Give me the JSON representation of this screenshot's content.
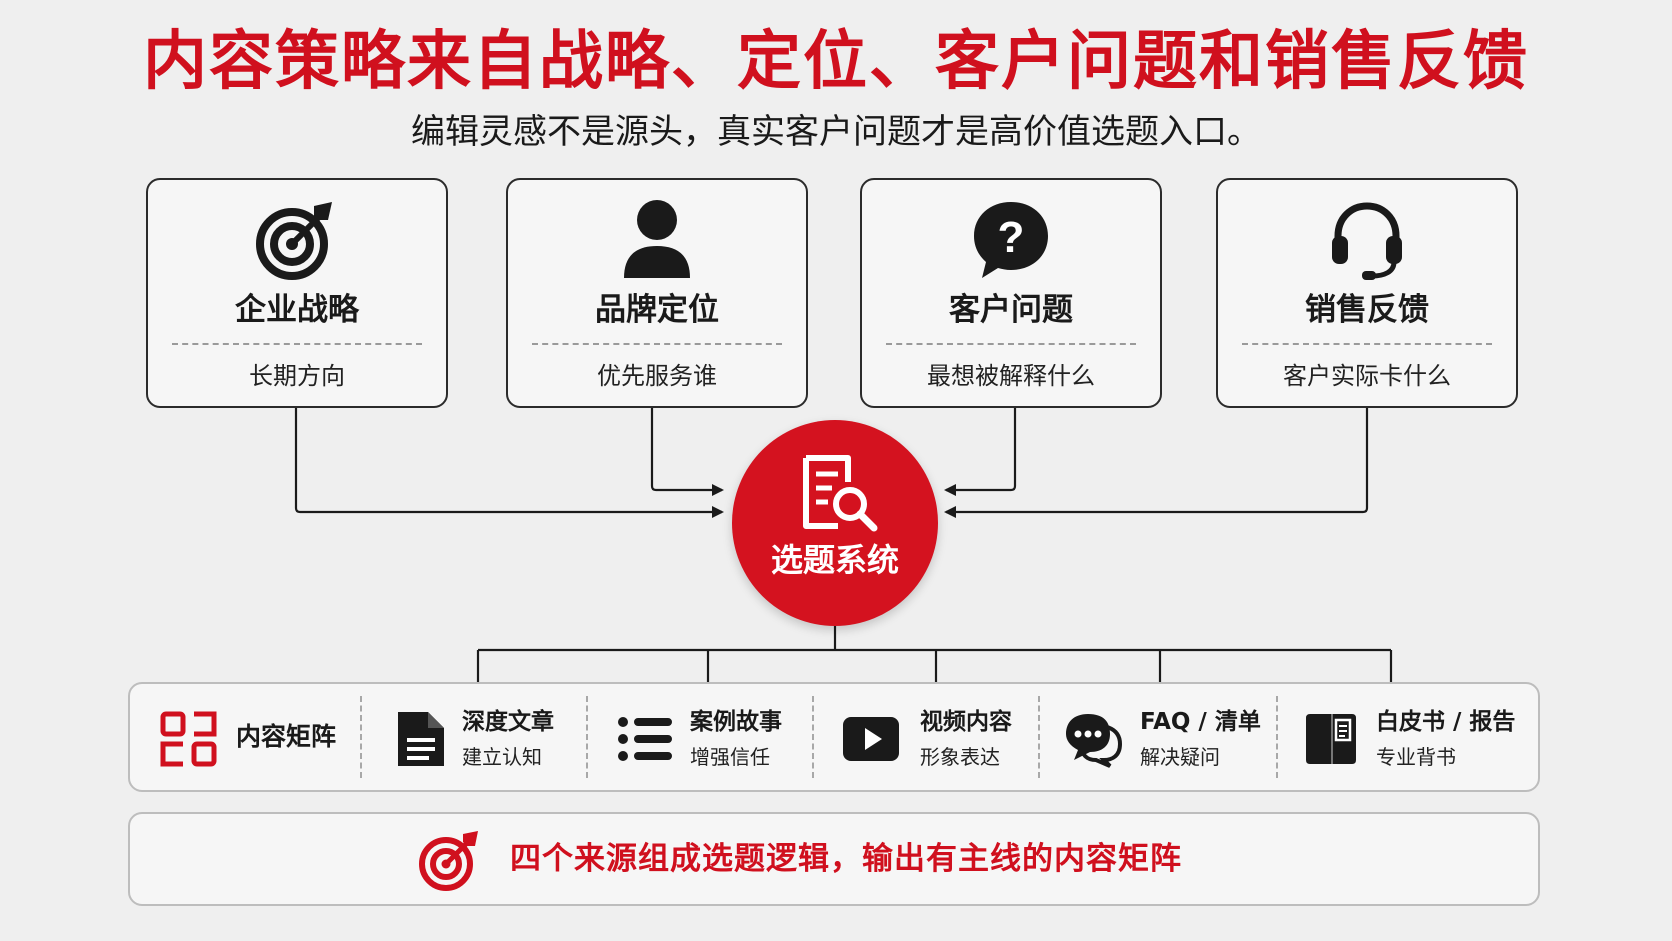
{
  "title": "内容策略来自战略、定位、客户问题和销售反馈",
  "subtitle": "编辑灵感不是源头，真实客户问题才是高价值选题入口。",
  "colors": {
    "accent": "#d0101e",
    "dark": "#1a1a1a",
    "background": "#efefef"
  },
  "sources": [
    {
      "title": "企业战略",
      "subtitle": "长期方向",
      "icon": "target-icon"
    },
    {
      "title": "品牌定位",
      "subtitle": "优先服务谁",
      "icon": "person-icon"
    },
    {
      "title": "客户问题",
      "subtitle": "最想被解释什么",
      "icon": "question-bubble-icon"
    },
    {
      "title": "销售反馈",
      "subtitle": "客户实际卡什么",
      "icon": "headset-icon"
    }
  ],
  "hub": {
    "label": "选题系统",
    "icon": "document-search-icon"
  },
  "matrix": {
    "label": "内容矩阵",
    "icon": "grid-icon",
    "items": [
      {
        "title": "深度文章",
        "subtitle": "建立认知",
        "icon": "document-icon"
      },
      {
        "title": "案例故事",
        "subtitle": "增强信任",
        "icon": "list-icon"
      },
      {
        "title": "视频内容",
        "subtitle": "形象表达",
        "icon": "play-icon"
      },
      {
        "title": "FAQ / 清单",
        "subtitle": "解决疑问",
        "icon": "chat-icon"
      },
      {
        "title": "白皮书 / 报告",
        "subtitle": "专业背书",
        "icon": "book-icon"
      }
    ]
  },
  "footer": {
    "text": "四个来源组成选题逻辑，输出有主线的内容矩阵",
    "icon": "target-icon"
  }
}
